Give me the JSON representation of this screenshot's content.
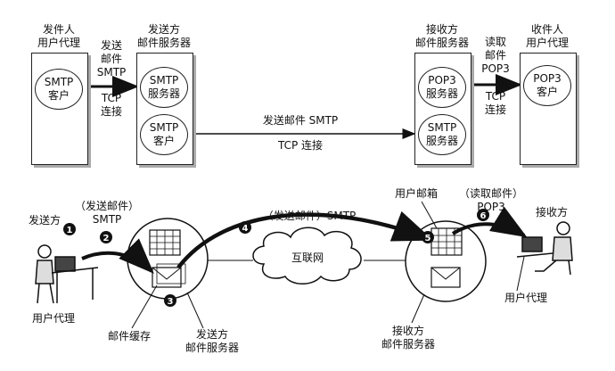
{
  "top": {
    "sender_ua": {
      "title": [
        "发件人",
        "用户代理"
      ],
      "client": [
        "SMTP",
        "客户"
      ]
    },
    "sender_server": {
      "title": [
        "发送方",
        "邮件服务器"
      ],
      "server": [
        "SMTP",
        "服务器"
      ],
      "client": [
        "SMTP",
        "客户"
      ]
    },
    "receiver_server": {
      "title": [
        "接收方",
        "邮件服务器"
      ],
      "pop3": [
        "POP3",
        "服务器"
      ],
      "smtp": [
        "SMTP",
        "服务器"
      ]
    },
    "receiver_ua": {
      "title": [
        "收件人",
        "用户代理"
      ],
      "client": [
        "POP3",
        "客户"
      ]
    },
    "arrow_send": [
      "发送",
      "邮件",
      "SMTP"
    ],
    "tcp1": [
      "TCP",
      "连接"
    ],
    "middle_send": "发送邮件 SMTP",
    "middle_tcp": "TCP 连接",
    "arrow_read": [
      "读取",
      "邮件",
      "POP3"
    ],
    "tcp2": [
      "TCP",
      "连接"
    ]
  },
  "bottom": {
    "sender": "发送方",
    "step2": [
      "（发送邮件）",
      "SMTP"
    ],
    "user_agent_left": "用户代理",
    "mail_cache": "邮件缓存",
    "sender_server": [
      "发送方",
      "邮件服务器"
    ],
    "step4": "（发送邮件）SMTP",
    "internet": "互联网",
    "mailbox": "用户邮箱",
    "step6": [
      "（读取邮件）",
      "POP3"
    ],
    "receiver": "接收方",
    "user_agent_right": "用户代理",
    "receiver_server": [
      "接收方",
      "邮件服务器"
    ],
    "steps": [
      "1",
      "2",
      "3",
      "4",
      "5",
      "6"
    ]
  }
}
